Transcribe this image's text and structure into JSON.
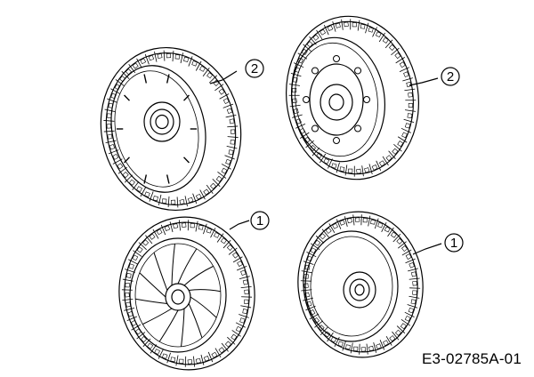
{
  "callouts": [
    {
      "label": "2"
    },
    {
      "label": "2"
    },
    {
      "label": "1"
    },
    {
      "label": "1"
    }
  ],
  "document_code": "E3-02785A-01"
}
